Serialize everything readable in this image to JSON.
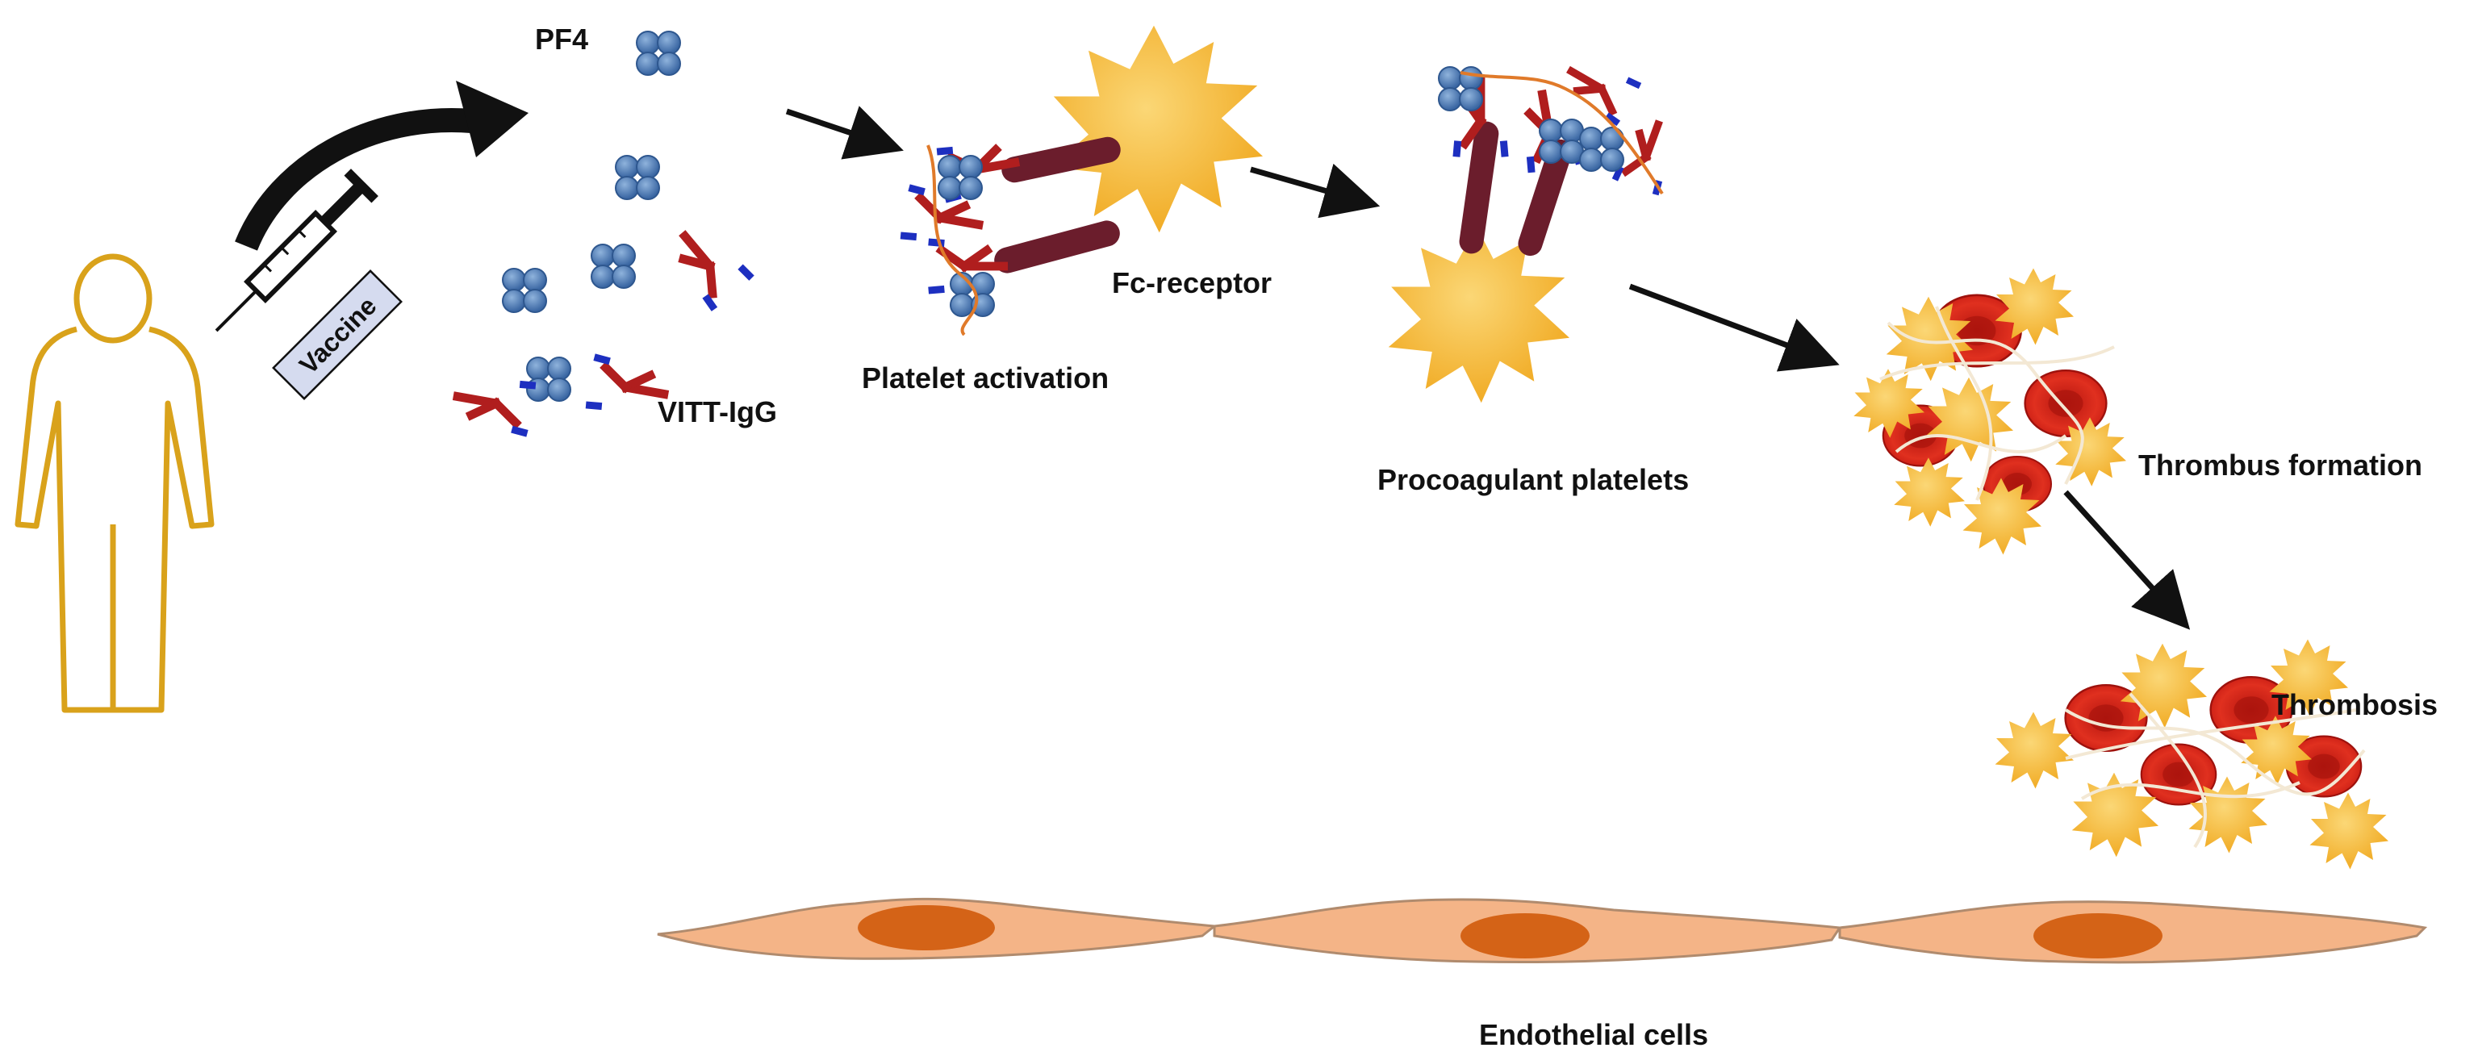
{
  "labels": {
    "vaccine": "Vaccine",
    "pf4": "PF4",
    "vitt_igg": "VITT-IgG",
    "platelet_activation": "Platelet activation",
    "fc_receptor": "Fc-receptor",
    "procoagulant_platelets": "Procoagulant platelets",
    "thrombus_formation": "Thrombus formation",
    "thrombosis": "Thrombosis",
    "endothelial_cells": "Endothelial cells"
  },
  "colors": {
    "person_outline": "#d9a21b",
    "platelet": "#f4b22e",
    "pf4": "#4b79b4",
    "antibody_heavy": "#b01e1e",
    "antibody_light": "#1d2fc0",
    "receptor": "#6b1d2c",
    "red_cell": "#d9261c",
    "endothelium": "#f4b487",
    "nucleus": "#d46317",
    "arrow": "#111111"
  }
}
